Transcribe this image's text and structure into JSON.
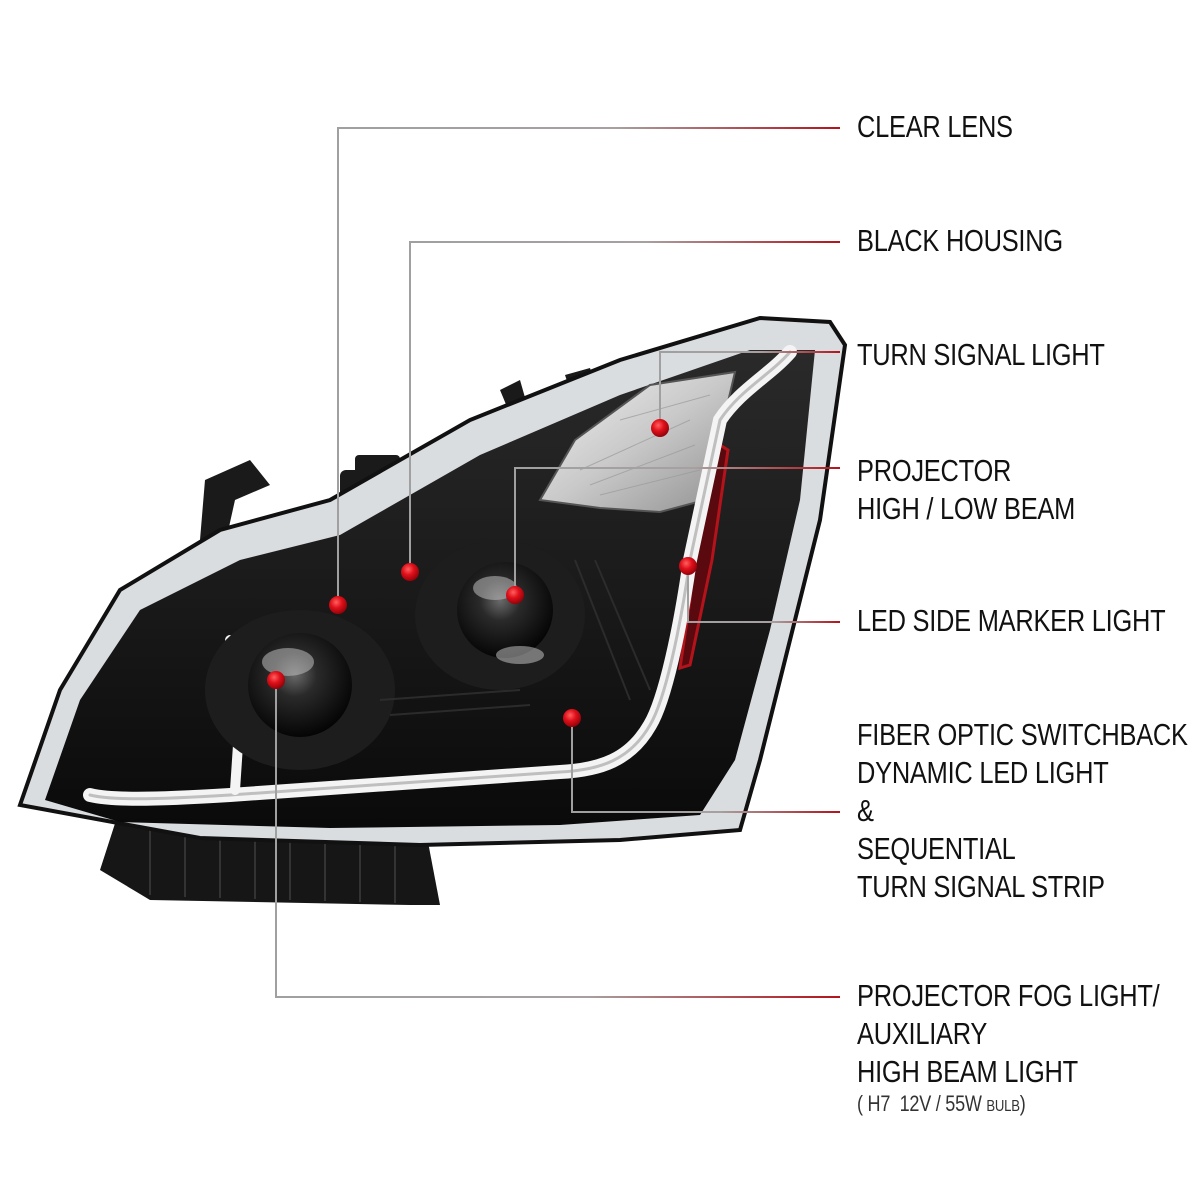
{
  "colors": {
    "connector_gray": "#9a9a9a",
    "connector_red": "#b3141c",
    "marker_red": "#e0101a",
    "housing_black": "#111111",
    "drl_white": "#f4f4f4"
  },
  "callouts": [
    {
      "id": "clear-lens",
      "lines": [
        "CLEAR LENS"
      ]
    },
    {
      "id": "black-housing",
      "lines": [
        "BLACK HOUSING"
      ]
    },
    {
      "id": "turn-signal-light",
      "lines": [
        "TURN SIGNAL LIGHT"
      ]
    },
    {
      "id": "projector-high-low-beam",
      "lines": [
        "PROJECTOR",
        "HIGH / LOW BEAM"
      ]
    },
    {
      "id": "led-side-marker-light",
      "lines": [
        "LED SIDE MARKER LIGHT"
      ]
    },
    {
      "id": "fiber-optic-switchback",
      "lines": [
        "FIBER OPTIC SWITCHBACK",
        "DYNAMIC LED LIGHT",
        "&",
        "SEQUENTIAL",
        "TURN SIGNAL STRIP"
      ]
    },
    {
      "id": "projector-fog-light",
      "lines": [
        "PROJECTOR FOG LIGHT/",
        "AUXILIARY",
        "HIGH BEAM LIGHT"
      ],
      "note": {
        "open": "(",
        "bulb": "H7",
        "spec": "12V / 55W",
        "unit": "BULB",
        "close": ")"
      }
    }
  ]
}
